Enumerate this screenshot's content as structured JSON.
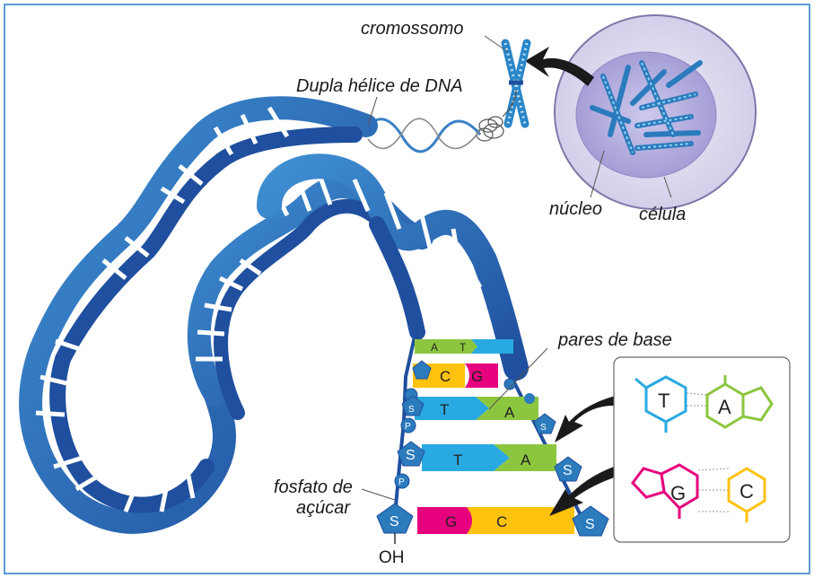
{
  "labels": {
    "chromosome": "cromossomo",
    "double_helix": "Dupla hélice de DNA",
    "nucleus": "núcleo",
    "cell": "célula",
    "base_pairs": "pares de base",
    "sugar_phosphate_line1": "fosfato de",
    "sugar_phosphate_line2": "açúcar",
    "oh": "OH"
  },
  "bases": {
    "row1": {
      "left": "A",
      "right": "T"
    },
    "row2": {
      "left": "C",
      "right": "G"
    },
    "row3": {
      "left": "T",
      "right": "A"
    },
    "row4": {
      "left": "T",
      "right": "A"
    },
    "row5": {
      "left": "G",
      "right": "C"
    }
  },
  "backbone": {
    "sugar": "S",
    "phosphate": "P"
  },
  "inset": {
    "pair1": {
      "left": "T",
      "right": "A"
    },
    "pair2": {
      "left": "G",
      "right": "C"
    }
  },
  "colors": {
    "helix_dark": "#1f4f9e",
    "helix_light": "#3f8fd2",
    "border": "#5b9bd5",
    "A": "#8cc63f",
    "T": "#29a9e1",
    "G": "#e6007e",
    "C": "#ffc20e",
    "cell_fill": "#dcd9ef",
    "nucleus_fill": "#b9b3df"
  }
}
